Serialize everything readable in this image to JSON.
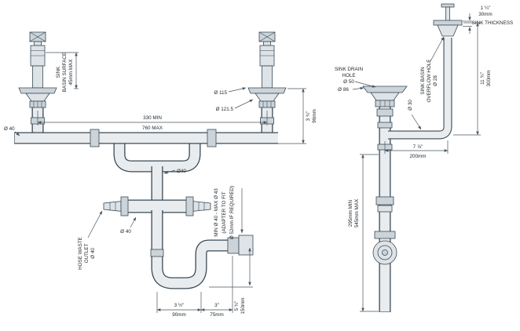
{
  "colors": {
    "bg": "#ffffff",
    "line": "#3b4a56",
    "pipe": "#e8ecee",
    "metal": "#ccd4d9",
    "fitting": "#dde3e7",
    "dim": "#49555f",
    "text": "#1f2429"
  },
  "left": {
    "surface_l1": "SINK",
    "surface_l2": "BASIN SURFACE",
    "surface_l3": "45mm MAX",
    "dia115": "Ø 115",
    "dia1215": "Ø 121.5",
    "span_min": "330 MIN",
    "span_max": "760 MAX",
    "dia40_inlet": "Ø 40",
    "drop_in": "3 ¾\"",
    "drop_mm": "96mm",
    "dia40_center": "Ø40",
    "dia40_cross": "Ø 40",
    "hose_l1": "HOSE WASTE",
    "hose_l2": "OUTLET",
    "hose_l3": "Ø 40",
    "adapter_l1": "MIN Ø 40 - MAX Ø 43",
    "adapter_l2": "(ADAPTER TO FIT",
    "adapter_l3": "Ø 52mm IF REQUIRED)",
    "trap_w_in": "3 ½\"",
    "trap_w_mm": "90mm",
    "outlet_w_in": "3\"",
    "outlet_w_mm": "75mm",
    "trap_h_in": "5 ¾\"",
    "trap_h_mm": "150mm"
  },
  "right": {
    "thick_in": "1 ¼\"",
    "thick_mm": "30mm",
    "thick_label": "SINK THICKNESS",
    "drain_l1": "SINK DRAIN",
    "drain_l2": "HOLE",
    "drain_l3": "Ø 50",
    "dia86": "Ø 86",
    "overflow_l1": "SINK BASIN",
    "overflow_l2": "OVERFLOW HOLE",
    "overflow_l3": "Ø 28",
    "dia30": "Ø 30",
    "height_in": "11 ¾\"",
    "height_mm": "300mm",
    "reach_in": "7 ⅞\"",
    "reach_mm": "200mm",
    "tail_min": "295mm MIN",
    "tail_max": "545mm MAX"
  }
}
